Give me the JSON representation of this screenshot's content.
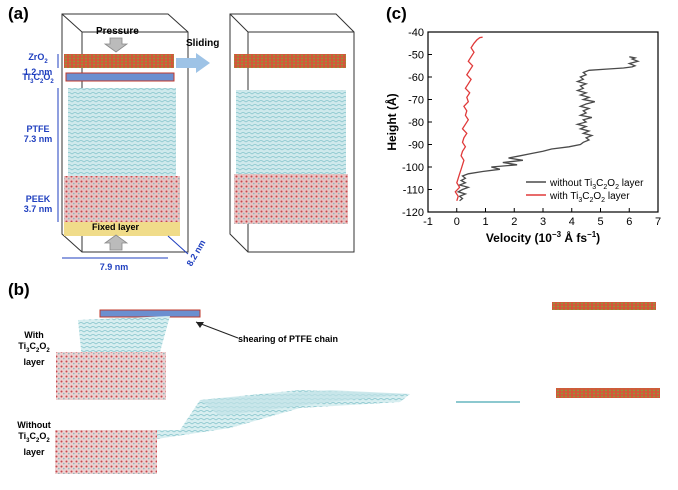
{
  "panels": {
    "a": "(a)",
    "b": "(b)",
    "c": "(c)"
  },
  "panel_a": {
    "pressure": "Pressure",
    "sliding": "Sliding",
    "zro2_name": "ZrO",
    "zro2_sub": "2",
    "zro2_thickness": "1.2 nm",
    "ti_prefix": "Ti",
    "ti_sub1": "3",
    "ti_mid": "C",
    "ti_sub2": "2",
    "ti_o": "O",
    "ti_sub3": "2",
    "ptfe": "PTFE",
    "ptfe_thickness": "7.3 nm",
    "peek": "PEEK",
    "peek_thickness": "3.7 nm",
    "fixed_layer": "Fixed layer",
    "width_dim": "7.9 nm",
    "depth_dim": "8.2 nm"
  },
  "panel_b": {
    "with_line1": "With",
    "ti_prefix": "Ti",
    "ti_sub1": "3",
    "ti_mid": "C",
    "ti_sub2": "2",
    "ti_o": "O",
    "ti_sub3": "2",
    "layer": "layer",
    "without_line1": "Without",
    "annotation": "shearing of PTFE chain"
  },
  "colors": {
    "black_series": "#4a4a4a",
    "red_series": "#e03a3a",
    "ptfe": "#9fd3d8",
    "peek": "#c8444a",
    "zro2": "#d4573a",
    "mxene": "#6b8fd0",
    "fixed": "#f0dc8a",
    "label_blue": "#1f3fbf"
  },
  "chart_data": {
    "type": "line",
    "xlabel_main": "Velocity (10",
    "xlabel_exp": "−3",
    "xlabel_unit": " Å fs",
    "xlabel_exp2": "−1",
    "xlabel_close": ")",
    "ylabel": "Height (Å)",
    "xlim": [
      -1,
      7
    ],
    "ylim": [
      -120,
      -40
    ],
    "xticks": [
      -1,
      0,
      1,
      2,
      3,
      4,
      5,
      6,
      7
    ],
    "yticks": [
      -120,
      -110,
      -100,
      -90,
      -80,
      -70,
      -60,
      -50,
      -40
    ],
    "legend_position": "bottom-right",
    "series": [
      {
        "name_parts": [
          "without Ti",
          "3",
          "C",
          "2",
          "O",
          "2",
          " layer"
        ],
        "color": "#4a4a4a",
        "points": [
          [
            0.1,
            -115
          ],
          [
            0.2,
            -114
          ],
          [
            0.1,
            -113
          ],
          [
            0.3,
            -112
          ],
          [
            0.05,
            -111
          ],
          [
            0.2,
            -110
          ],
          [
            0.4,
            -109
          ],
          [
            0.1,
            -108
          ],
          [
            0.3,
            -107
          ],
          [
            0.15,
            -106
          ],
          [
            0.3,
            -105
          ],
          [
            0.2,
            -104
          ],
          [
            0.4,
            -103
          ],
          [
            0.9,
            -102
          ],
          [
            1.5,
            -101
          ],
          [
            1.2,
            -100
          ],
          [
            2.1,
            -99
          ],
          [
            1.6,
            -98
          ],
          [
            2.3,
            -97
          ],
          [
            1.8,
            -96
          ],
          [
            2.2,
            -95
          ],
          [
            2.6,
            -94
          ],
          [
            3.0,
            -93
          ],
          [
            3.3,
            -92
          ],
          [
            3.9,
            -91
          ],
          [
            4.3,
            -90
          ],
          [
            4.4,
            -89
          ],
          [
            4.6,
            -88
          ],
          [
            4.5,
            -87
          ],
          [
            4.7,
            -86
          ],
          [
            4.4,
            -85
          ],
          [
            4.6,
            -84
          ],
          [
            4.3,
            -83
          ],
          [
            4.5,
            -82
          ],
          [
            4.2,
            -81
          ],
          [
            4.5,
            -80
          ],
          [
            4.4,
            -79
          ],
          [
            4.7,
            -78
          ],
          [
            4.3,
            -77
          ],
          [
            4.5,
            -76
          ],
          [
            4.4,
            -75
          ],
          [
            4.6,
            -74
          ],
          [
            4.3,
            -73
          ],
          [
            4.5,
            -72
          ],
          [
            4.8,
            -71
          ],
          [
            4.4,
            -70
          ],
          [
            4.6,
            -69
          ],
          [
            4.3,
            -68
          ],
          [
            4.5,
            -67
          ],
          [
            4.2,
            -66
          ],
          [
            4.4,
            -65
          ],
          [
            4.3,
            -64
          ],
          [
            4.5,
            -63
          ],
          [
            4.2,
            -62
          ],
          [
            4.4,
            -61
          ],
          [
            4.3,
            -60
          ],
          [
            4.5,
            -59
          ],
          [
            4.4,
            -58
          ],
          [
            4.6,
            -57
          ],
          [
            5.2,
            -56.5
          ],
          [
            5.8,
            -56
          ],
          [
            6.1,
            -55.5
          ],
          [
            6.2,
            -55
          ],
          [
            6.0,
            -54
          ],
          [
            6.3,
            -53
          ],
          [
            6.1,
            -52
          ],
          [
            6.2,
            -51.5
          ],
          [
            6.0,
            -51
          ]
        ]
      },
      {
        "name_parts": [
          "with Ti",
          "3",
          "C",
          "2",
          "O",
          "2",
          " layer"
        ],
        "color": "#e03a3a",
        "points": [
          [
            0.0,
            -115
          ],
          [
            0.05,
            -113
          ],
          [
            -0.05,
            -111
          ],
          [
            0.1,
            -109
          ],
          [
            0.0,
            -107
          ],
          [
            0.05,
            -105
          ],
          [
            0.1,
            -103
          ],
          [
            0.15,
            -101
          ],
          [
            0.2,
            -99
          ],
          [
            0.25,
            -97
          ],
          [
            0.15,
            -95
          ],
          [
            0.2,
            -93
          ],
          [
            0.3,
            -91
          ],
          [
            0.2,
            -89
          ],
          [
            0.25,
            -87
          ],
          [
            0.35,
            -85
          ],
          [
            0.2,
            -83
          ],
          [
            0.3,
            -81
          ],
          [
            0.4,
            -79
          ],
          [
            0.3,
            -77
          ],
          [
            0.35,
            -75
          ],
          [
            0.25,
            -73
          ],
          [
            0.4,
            -71
          ],
          [
            0.35,
            -69
          ],
          [
            0.45,
            -67
          ],
          [
            0.3,
            -65
          ],
          [
            0.4,
            -63
          ],
          [
            0.5,
            -61
          ],
          [
            0.35,
            -59
          ],
          [
            0.45,
            -57
          ],
          [
            0.55,
            -55
          ],
          [
            0.4,
            -53
          ],
          [
            0.5,
            -51
          ],
          [
            0.6,
            -49
          ],
          [
            0.5,
            -47
          ],
          [
            0.6,
            -45
          ],
          [
            0.7,
            -43.5
          ],
          [
            0.8,
            -42.5
          ],
          [
            0.9,
            -42.3
          ]
        ]
      }
    ]
  }
}
